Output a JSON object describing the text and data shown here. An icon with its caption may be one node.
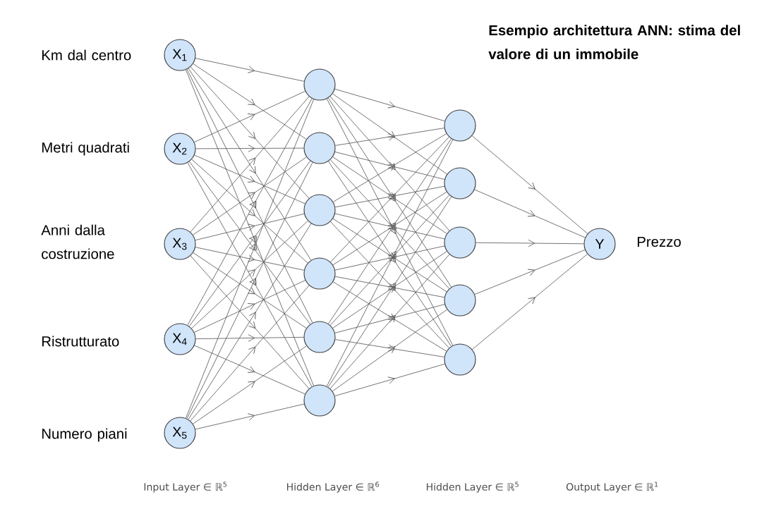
{
  "diagram": {
    "title": "Esempio architettura ANN: stima del valore di un immobile",
    "nodes": [
      {
        "text": [
          "X$_{1}$"
        ],
        "beside": [
          "Km dal centro"
        ]
      },
      {
        "text": [
          "X$_{2}$"
        ],
        "beside": [
          "Metri quadrati"
        ]
      },
      {
        "text": [
          "X$_{3}$"
        ],
        "beside": [
          "Anni dalla costruzione"
        ]
      },
      {
        "text": [
          "X$_{4}$"
        ],
        "beside": [
          "Ristrutturato"
        ]
      },
      {
        "text": [
          "X$_{5}$"
        ],
        "beside": [
          "Numero piani"
        ]
      },
      {
        "text": [],
        "shape": "circle"
      },
      {
        "text": [],
        "shape": "circle"
      },
      {
        "text": [],
        "shape": "circle"
      },
      {
        "text": [],
        "shape": "circle"
      },
      {
        "text": [],
        "shape": "circle"
      },
      {
        "text": [],
        "shape": "circle"
      },
      {
        "text": [],
        "shape": "circle"
      },
      {
        "text": [],
        "shape": "circle"
      },
      {
        "text": [],
        "shape": "circle"
      },
      {
        "text": [],
        "shape": "circle"
      },
      {
        "text": [],
        "shape": "circle"
      },
      {
        "text": [
          "Y"
        ],
        "beside": [
          "Prezzo"
        ]
      }
    ],
    "edges": [
      {
        "from": 0,
        "to": 5,
        "arrow": "to"
      },
      {
        "from": 0,
        "to": 6,
        "arrow": "to"
      },
      {
        "from": 0,
        "to": 7,
        "arrow": "to"
      },
      {
        "from": 0,
        "to": 8,
        "arrow": "to"
      },
      {
        "from": 0,
        "to": 9,
        "arrow": "to"
      },
      {
        "from": 0,
        "to": 10,
        "arrow": "to"
      },
      {
        "from": 1,
        "to": 5,
        "arrow": "to"
      },
      {
        "from": 1,
        "to": 6,
        "arrow": "to"
      },
      {
        "from": 1,
        "to": 7,
        "arrow": "to"
      },
      {
        "from": 1,
        "to": 8,
        "arrow": "to"
      },
      {
        "from": 1,
        "to": 9,
        "arrow": "to"
      },
      {
        "from": 1,
        "to": 10,
        "arrow": "to"
      },
      {
        "from": 2,
        "to": 5,
        "arrow": "to"
      },
      {
        "from": 2,
        "to": 6,
        "arrow": "to"
      },
      {
        "from": 2,
        "to": 7,
        "arrow": "to"
      },
      {
        "from": 2,
        "to": 8,
        "arrow": "to"
      },
      {
        "from": 2,
        "to": 9,
        "arrow": "to"
      },
      {
        "from": 2,
        "to": 10,
        "arrow": "to"
      },
      {
        "from": 3,
        "to": 5,
        "arrow": "to"
      },
      {
        "from": 3,
        "to": 6,
        "arrow": "to"
      },
      {
        "from": 3,
        "to": 7,
        "arrow": "to"
      },
      {
        "from": 3,
        "to": 8,
        "arrow": "to"
      },
      {
        "from": 3,
        "to": 9,
        "arrow": "to"
      },
      {
        "from": 3,
        "to": 10,
        "arrow": "to"
      },
      {
        "from": 4,
        "to": 5,
        "arrow": "to"
      },
      {
        "from": 4,
        "to": 6,
        "arrow": "to"
      },
      {
        "from": 4,
        "to": 7,
        "arrow": "to"
      },
      {
        "from": 4,
        "to": 8,
        "arrow": "to"
      },
      {
        "from": 4,
        "to": 9,
        "arrow": "to"
      },
      {
        "from": 4,
        "to": 10,
        "arrow": "to"
      },
      {
        "from": 5,
        "to": 11,
        "arrow": "to"
      },
      {
        "from": 5,
        "to": 12,
        "arrow": "to"
      },
      {
        "from": 5,
        "to": 13,
        "arrow": "to"
      },
      {
        "from": 5,
        "to": 14,
        "arrow": "to"
      },
      {
        "from": 5,
        "to": 15,
        "arrow": "to"
      },
      {
        "from": 6,
        "to": 11,
        "arrow": "to"
      },
      {
        "from": 6,
        "to": 12,
        "arrow": "to"
      },
      {
        "from": 6,
        "to": 13,
        "arrow": "to"
      },
      {
        "from": 6,
        "to": 14,
        "arrow": "to"
      },
      {
        "from": 6,
        "to": 15,
        "arrow": "to"
      },
      {
        "from": 7,
        "to": 11,
        "arrow": "to"
      },
      {
        "from": 7,
        "to": 12,
        "arrow": "to"
      },
      {
        "from": 7,
        "to": 13,
        "arrow": "to"
      },
      {
        "from": 7,
        "to": 14,
        "arrow": "to"
      },
      {
        "from": 7,
        "to": 15,
        "arrow": "to"
      },
      {
        "from": 8,
        "to": 11,
        "arrow": "to"
      },
      {
        "from": 8,
        "to": 12,
        "arrow": "to"
      },
      {
        "from": 8,
        "to": 13,
        "arrow": "to"
      },
      {
        "from": 8,
        "to": 14,
        "arrow": "to"
      },
      {
        "from": 8,
        "to": 15,
        "arrow": "to"
      },
      {
        "from": 9,
        "to": 11,
        "arrow": "to"
      },
      {
        "from": 9,
        "to": 12,
        "arrow": "to"
      },
      {
        "from": 9,
        "to": 13,
        "arrow": "to"
      },
      {
        "from": 9,
        "to": 14,
        "arrow": "to"
      },
      {
        "from": 9,
        "to": 15,
        "arrow": "to"
      },
      {
        "from": 10,
        "to": 11,
        "arrow": "to"
      },
      {
        "from": 10,
        "to": 12,
        "arrow": "to"
      },
      {
        "from": 10,
        "to": 13,
        "arrow": "to"
      },
      {
        "from": 10,
        "to": 14,
        "arrow": "to"
      },
      {
        "from": 10,
        "to": 15,
        "arrow": "to"
      },
      {
        "from": 11,
        "to": 16,
        "arrow": "to"
      },
      {
        "from": 12,
        "to": 16,
        "arrow": "to"
      },
      {
        "from": 13,
        "to": 16,
        "arrow": "to"
      },
      {
        "from": 14,
        "to": 16,
        "arrow": "to"
      },
      {
        "from": 15,
        "to": 16,
        "arrow": "to"
      }
    ],
    "labels": [
      "Input Layer ∈ ℝ$^{5}$",
      "Hidden Layer ∈ ℝ$^{6}$",
      "Hidden Layer ∈ ℝ$^{5}$",
      "Output Layer ∈ ℝ$^{1}$"
    ]
  }
}
